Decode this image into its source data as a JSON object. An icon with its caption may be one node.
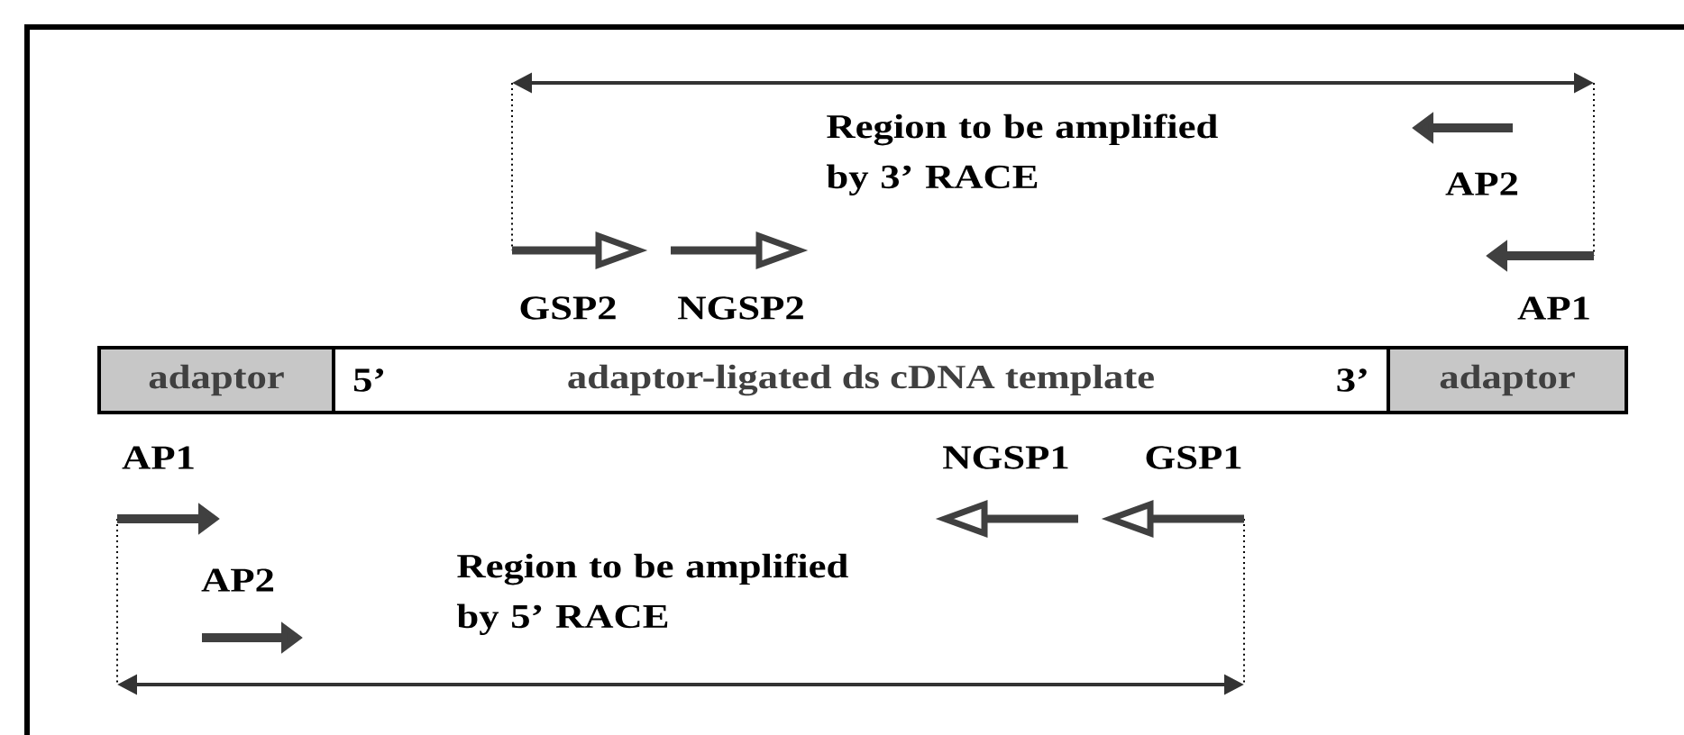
{
  "diagram": {
    "nodes": [
      {
        "text": [
          "adaptor"
        ]
      },
      {
        "text": [
          "5’",
          "adaptor-ligated ds cDNA template",
          "3’"
        ]
      },
      {
        "text": [
          "adaptor"
        ]
      }
    ],
    "labels": [
      "Region to be amplified by 3’ RACE",
      "AP2",
      "GSP2",
      "NGSP2",
      "AP1",
      "AP1",
      "NGSP1",
      "GSP1",
      "AP2",
      "Region to be amplified by 5’ RACE"
    ]
  }
}
